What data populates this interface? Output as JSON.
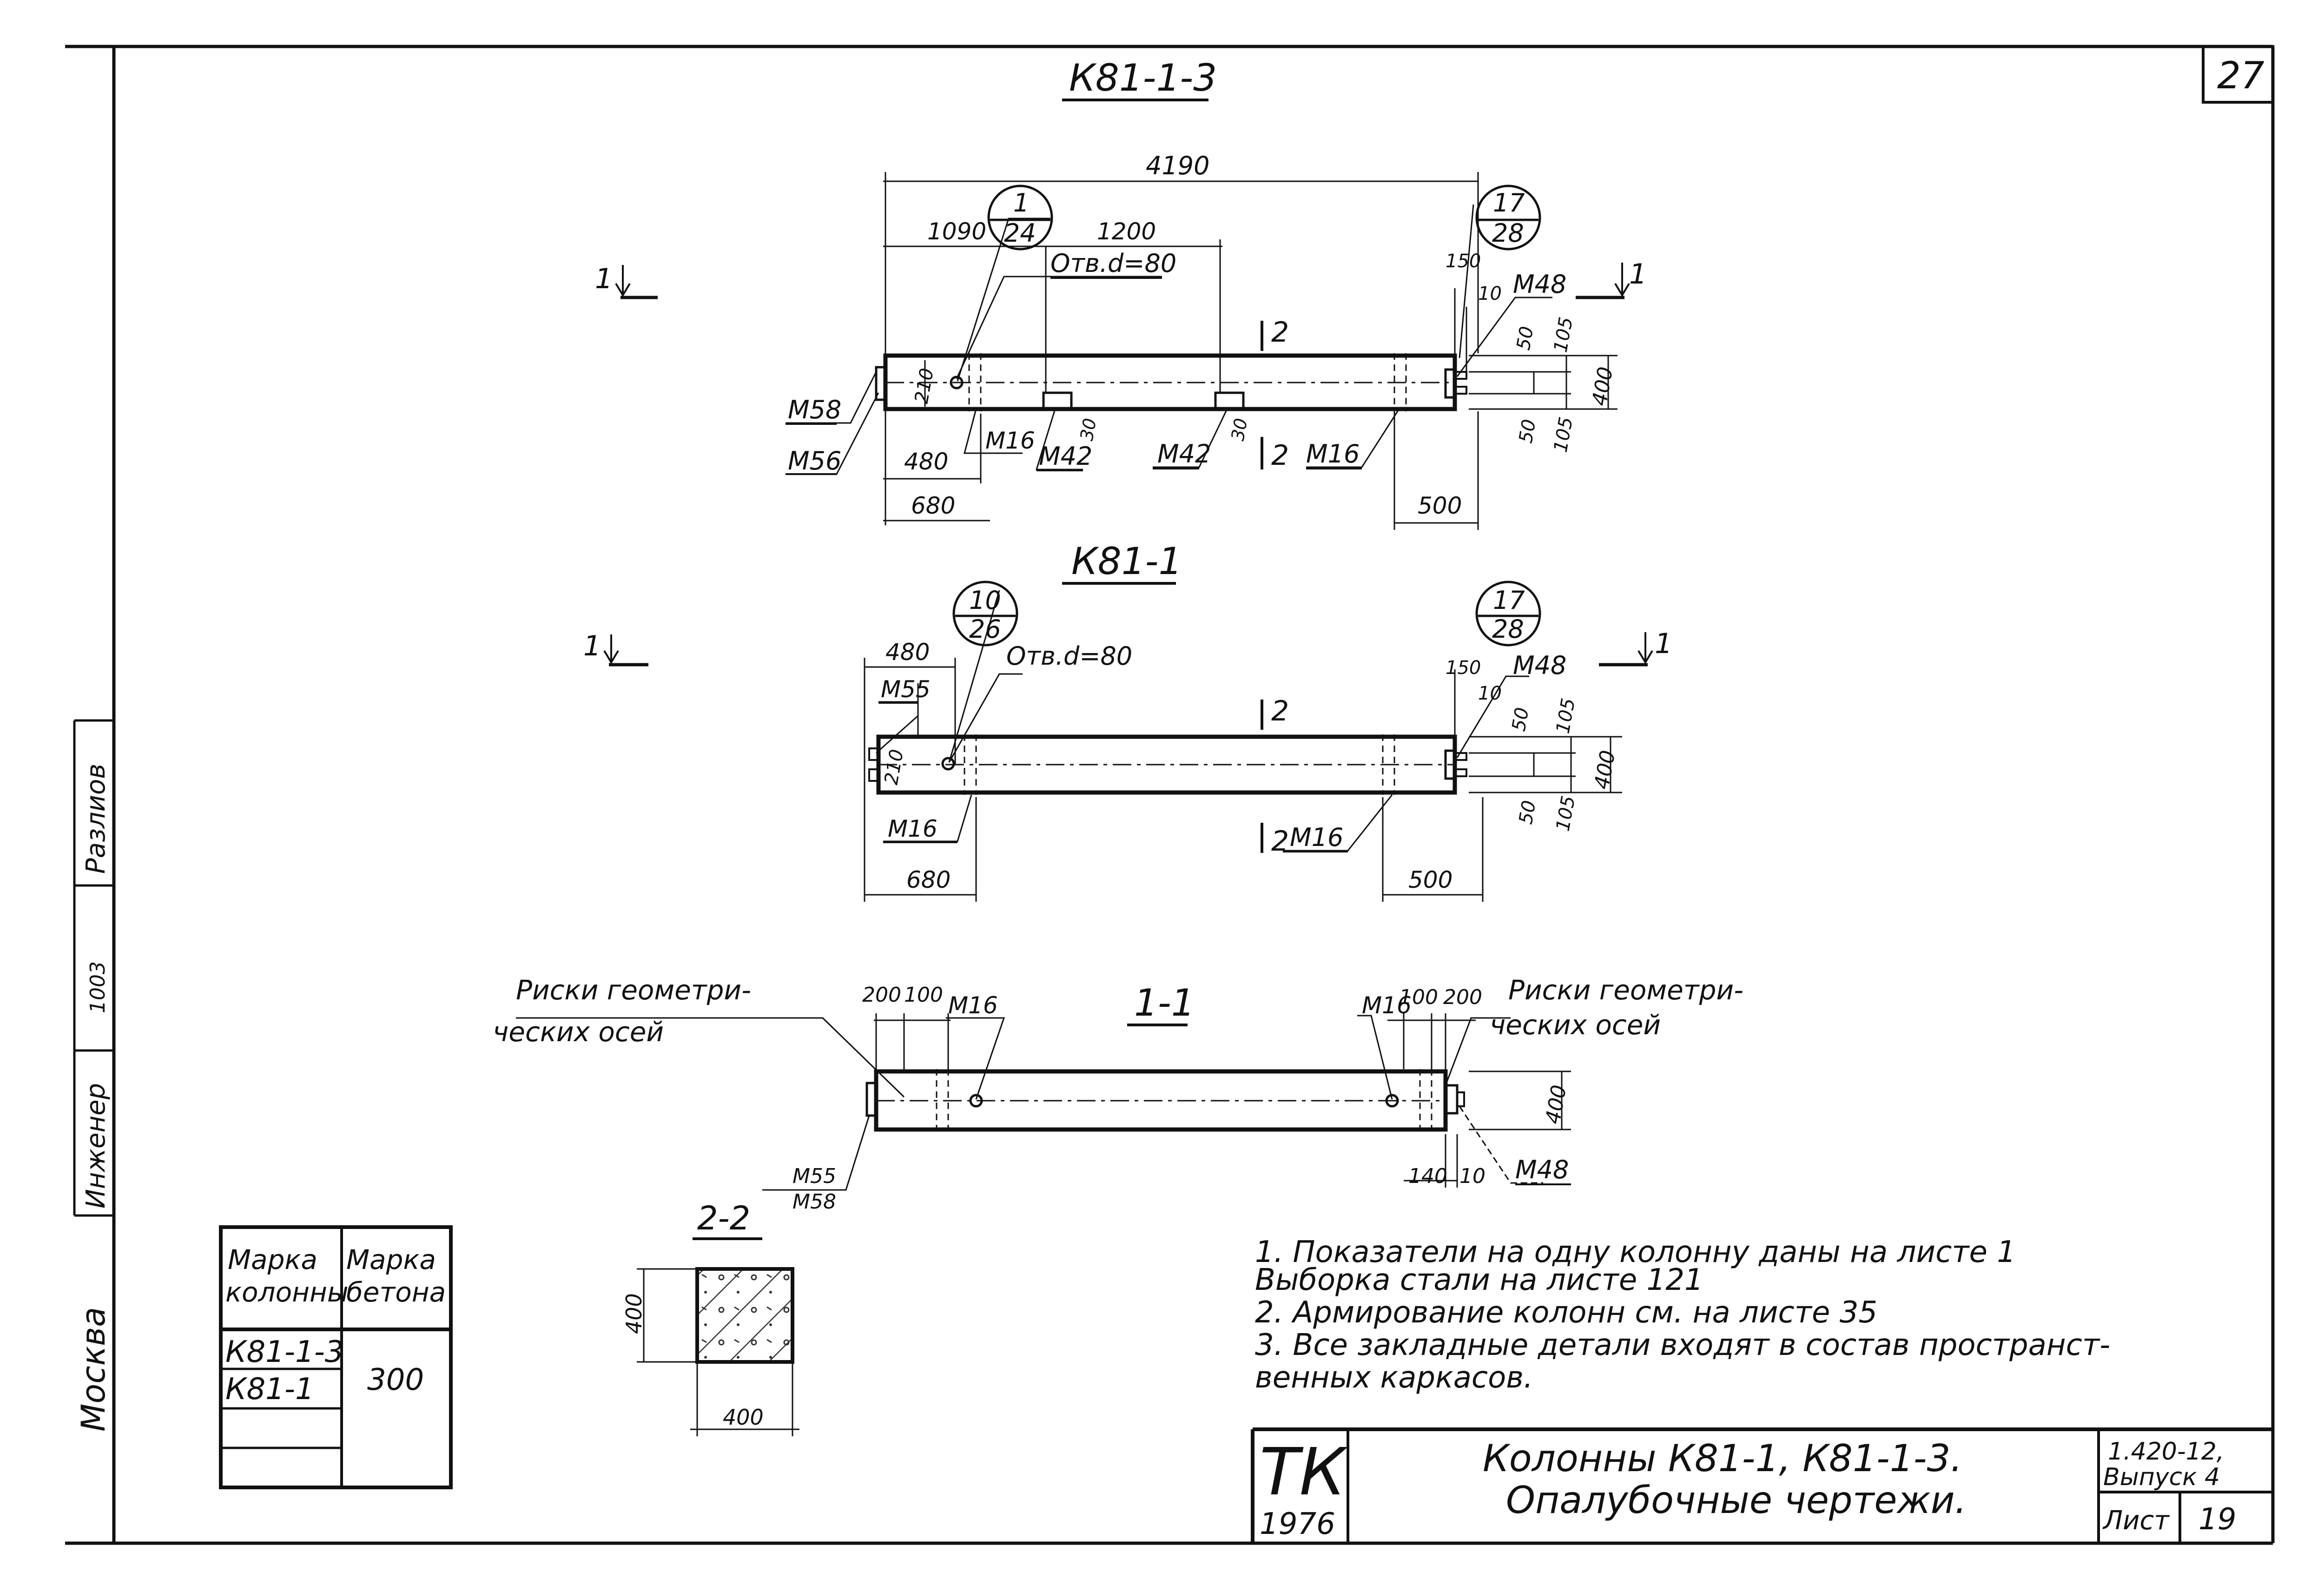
{
  "sheet": {
    "page_number": "27",
    "series": "1.420-12,",
    "issue": "Выпуск 4",
    "sheet_label": "Лист",
    "sheet_no": "19",
    "org": "ТК",
    "year": "1976",
    "title_line1": "Колонны К81-1,  К81-1-3.",
    "title_line2": "Опалубочные чертежи.",
    "side_city": "Москва",
    "side_role1": "Инженер",
    "side_role2": "1003",
    "side_role3": "Разлиов"
  },
  "view_k8113": {
    "title": "К81-1-3",
    "dims": {
      "overall": "4190",
      "d1090": "1090",
      "d1200": "1200",
      "d150": "150",
      "d10": "10",
      "d50a": "50",
      "d105a": "105",
      "d400": "400",
      "d50b": "50",
      "d105b": "105",
      "d210": "210",
      "d30a": "30",
      "d30b": "30",
      "d480": "480",
      "d680": "680",
      "d500": "500"
    },
    "labels": {
      "hole": "Отв.d=80",
      "m48": "М48",
      "m58": "М58",
      "m56": "М56",
      "m16a": "М16",
      "m42a": "М42",
      "m42b": "М42",
      "m16b": "М16",
      "section_mark": "2",
      "cut_mark": "1"
    },
    "callouts": [
      {
        "top": "1",
        "bottom": "24"
      },
      {
        "top": "17",
        "bottom": "28"
      }
    ]
  },
  "view_k811": {
    "title": "К81-1",
    "dims": {
      "d480": "480",
      "d150": "150",
      "d10": "10",
      "d50a": "50",
      "d105a": "105",
      "d400": "400",
      "d50b": "50",
      "d105b": "105",
      "d210": "210",
      "d680": "680",
      "d500": "500"
    },
    "labels": {
      "hole": "Отв.d=80",
      "m55": "М55",
      "m48": "М48",
      "m16a": "М16",
      "m16b": "М16",
      "section_mark": "2",
      "cut_mark": "1"
    },
    "callouts": [
      {
        "top": "10",
        "bottom": "26"
      },
      {
        "top": "17",
        "bottom": "28"
      }
    ]
  },
  "section_11": {
    "title": "1-1",
    "risk_left_1": "Риски геометри-",
    "risk_left_2": "ческих осей",
    "risk_right_1": "Риски геометри-",
    "risk_right_2": "ческих осей",
    "d200a": "200",
    "d100a": "100",
    "d100b": "100",
    "d200b": "200",
    "m16a": "М16",
    "m16b": "М16",
    "d400": "400",
    "m55": "М55",
    "m58": "М58",
    "d140": "140",
    "d10": "10",
    "m48": "М48"
  },
  "section_22": {
    "title": "2-2",
    "d400v": "400",
    "d400h": "400"
  },
  "notes": [
    "1.  Показатели на одну колонну даны на листе 1",
    "     Выборка стали на листе 121",
    "2.  Армирование колонн см. на листе 35",
    "3.  Все закладные детали входят в состав пространст-",
    "     венных каркасов."
  ],
  "marks_table": {
    "headers": [
      "Марка колонны",
      "Марка бетона"
    ],
    "header1_line1": "Марка",
    "header1_line2": "колонны",
    "header2_line1": "Марка",
    "header2_line2": "бетона",
    "rows": [
      "К81-1-3",
      "К81-1"
    ],
    "concrete": "300"
  }
}
